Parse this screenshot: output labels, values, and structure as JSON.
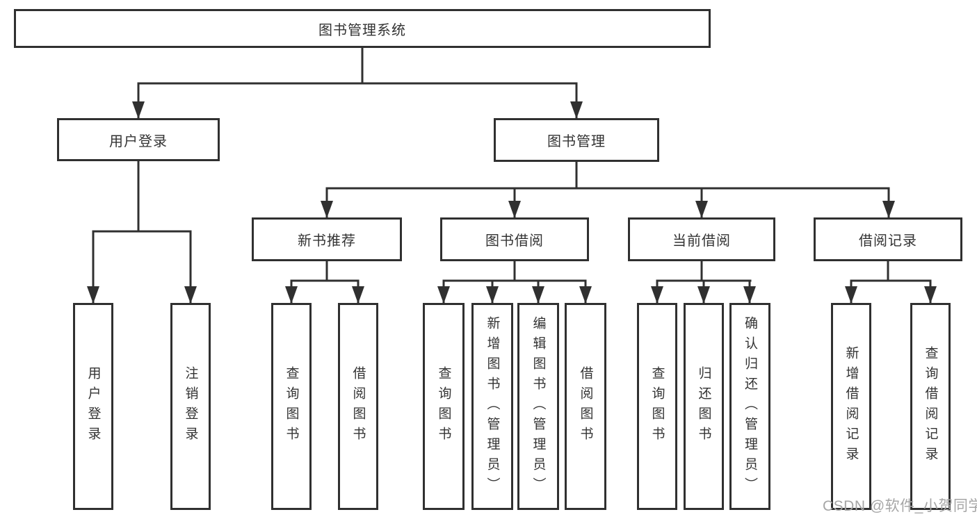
{
  "diagram_title": "图书管理系统",
  "colors": {
    "line": "#303030",
    "box_background": "#ffffff",
    "text": "#333333",
    "watermark": "#a6a6a6"
  },
  "tree": {
    "label": "图书管理系统",
    "children": [
      {
        "label": "用户登录",
        "children": [
          {
            "label": "用户登录"
          },
          {
            "label": "注销登录"
          }
        ]
      },
      {
        "label": "图书管理",
        "children": [
          {
            "label": "新书推荐",
            "children": [
              {
                "label": "查询图书"
              },
              {
                "label": "借阅图书"
              }
            ]
          },
          {
            "label": "图书借阅",
            "children": [
              {
                "label": "查询图书"
              },
              {
                "label": "新增图书（管理员）"
              },
              {
                "label": "编辑图书（管理员）"
              },
              {
                "label": "借阅图书"
              }
            ]
          },
          {
            "label": "当前借阅",
            "children": [
              {
                "label": "查询图书"
              },
              {
                "label": "归还图书"
              },
              {
                "label": "确认归还（管理员）"
              }
            ]
          },
          {
            "label": "借阅记录",
            "children": [
              {
                "label": "新增借阅记录"
              },
              {
                "label": "查询借阅记录"
              }
            ]
          }
        ]
      }
    ]
  },
  "watermark": {
    "text": "CSDN @软件_小贺同学"
  }
}
